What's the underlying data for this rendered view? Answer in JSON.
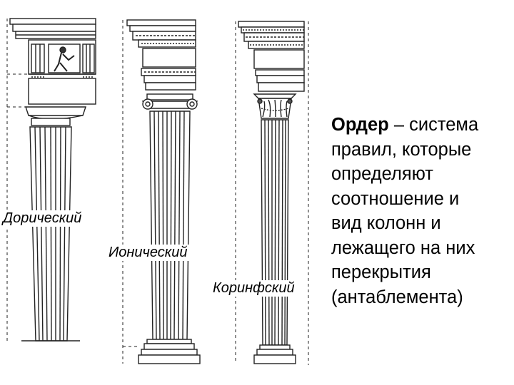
{
  "orders": {
    "doric": "Дорический",
    "ionic": "Ионический",
    "corinthian": "Коринфский"
  },
  "definition": {
    "term": "Ордер",
    "dash": " – ",
    "lines": [
      "система",
      "правил, которые",
      "определяют",
      "соотношение и",
      "вид колонн и",
      "лежащего на них",
      "перекрытия",
      "(антаблемента)"
    ]
  }
}
